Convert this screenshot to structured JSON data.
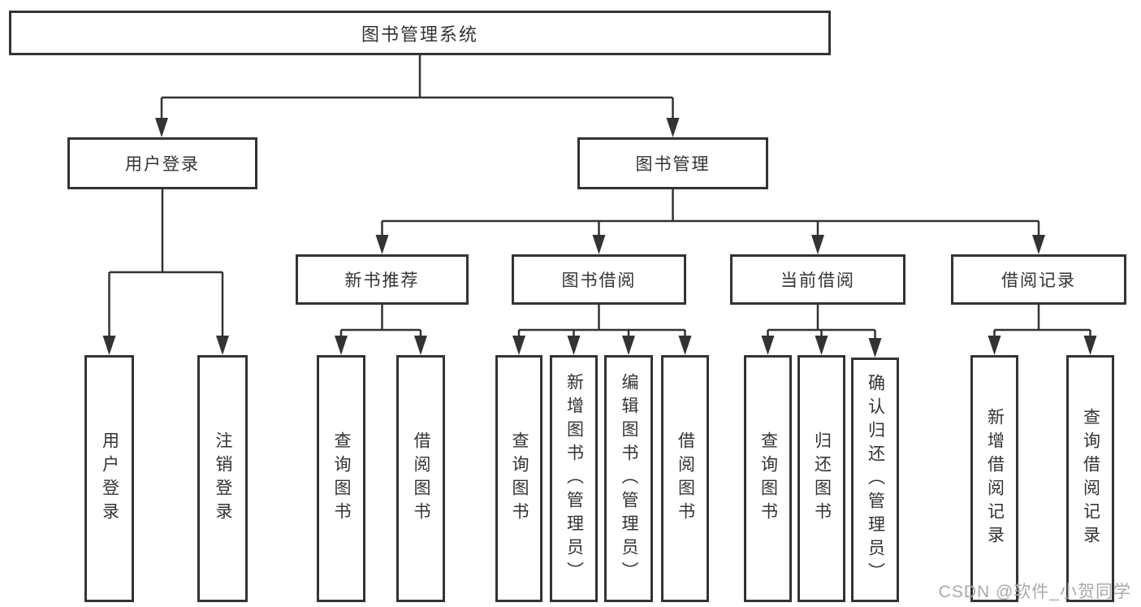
{
  "diagram": {
    "title": "图书管理系统",
    "nodes": {
      "root": {
        "label": "图书管理系统"
      },
      "user_login": {
        "label": "用户登录"
      },
      "book_mgmt": {
        "label": "图书管理"
      },
      "new_book_rec": {
        "label": "新书推荐"
      },
      "book_borrow": {
        "label": "图书借阅"
      },
      "current_borrow": {
        "label": "当前借阅"
      },
      "borrow_record": {
        "label": "借阅记录"
      },
      "leaf_user_login": {
        "label": "用户登录"
      },
      "leaf_logout": {
        "label": "注销登录"
      },
      "leaf_rec_query_book": {
        "label": "查询图书"
      },
      "leaf_rec_borrow_book": {
        "label": "借阅图书"
      },
      "leaf_bb_query_book": {
        "label": "查询图书"
      },
      "leaf_bb_add_book": {
        "label": "新增图书（管理员）"
      },
      "leaf_bb_edit_book": {
        "label": "编辑图书（管理员）"
      },
      "leaf_bb_borrow_book": {
        "label": "借阅图书"
      },
      "leaf_cb_query_book": {
        "label": "查询图书"
      },
      "leaf_cb_return_book": {
        "label": "归还图书"
      },
      "leaf_cb_confirm_return": {
        "label": "确认归还（管理员）"
      },
      "leaf_br_add_record": {
        "label": "新增借阅记录"
      },
      "leaf_br_query_record": {
        "label": "查询借阅记录"
      }
    },
    "colors": {
      "line": "#333333",
      "text": "#333333",
      "watermark": "#a9a9a9",
      "background": "#ffffff"
    }
  },
  "watermark": "CSDN @软件_小贺同学"
}
